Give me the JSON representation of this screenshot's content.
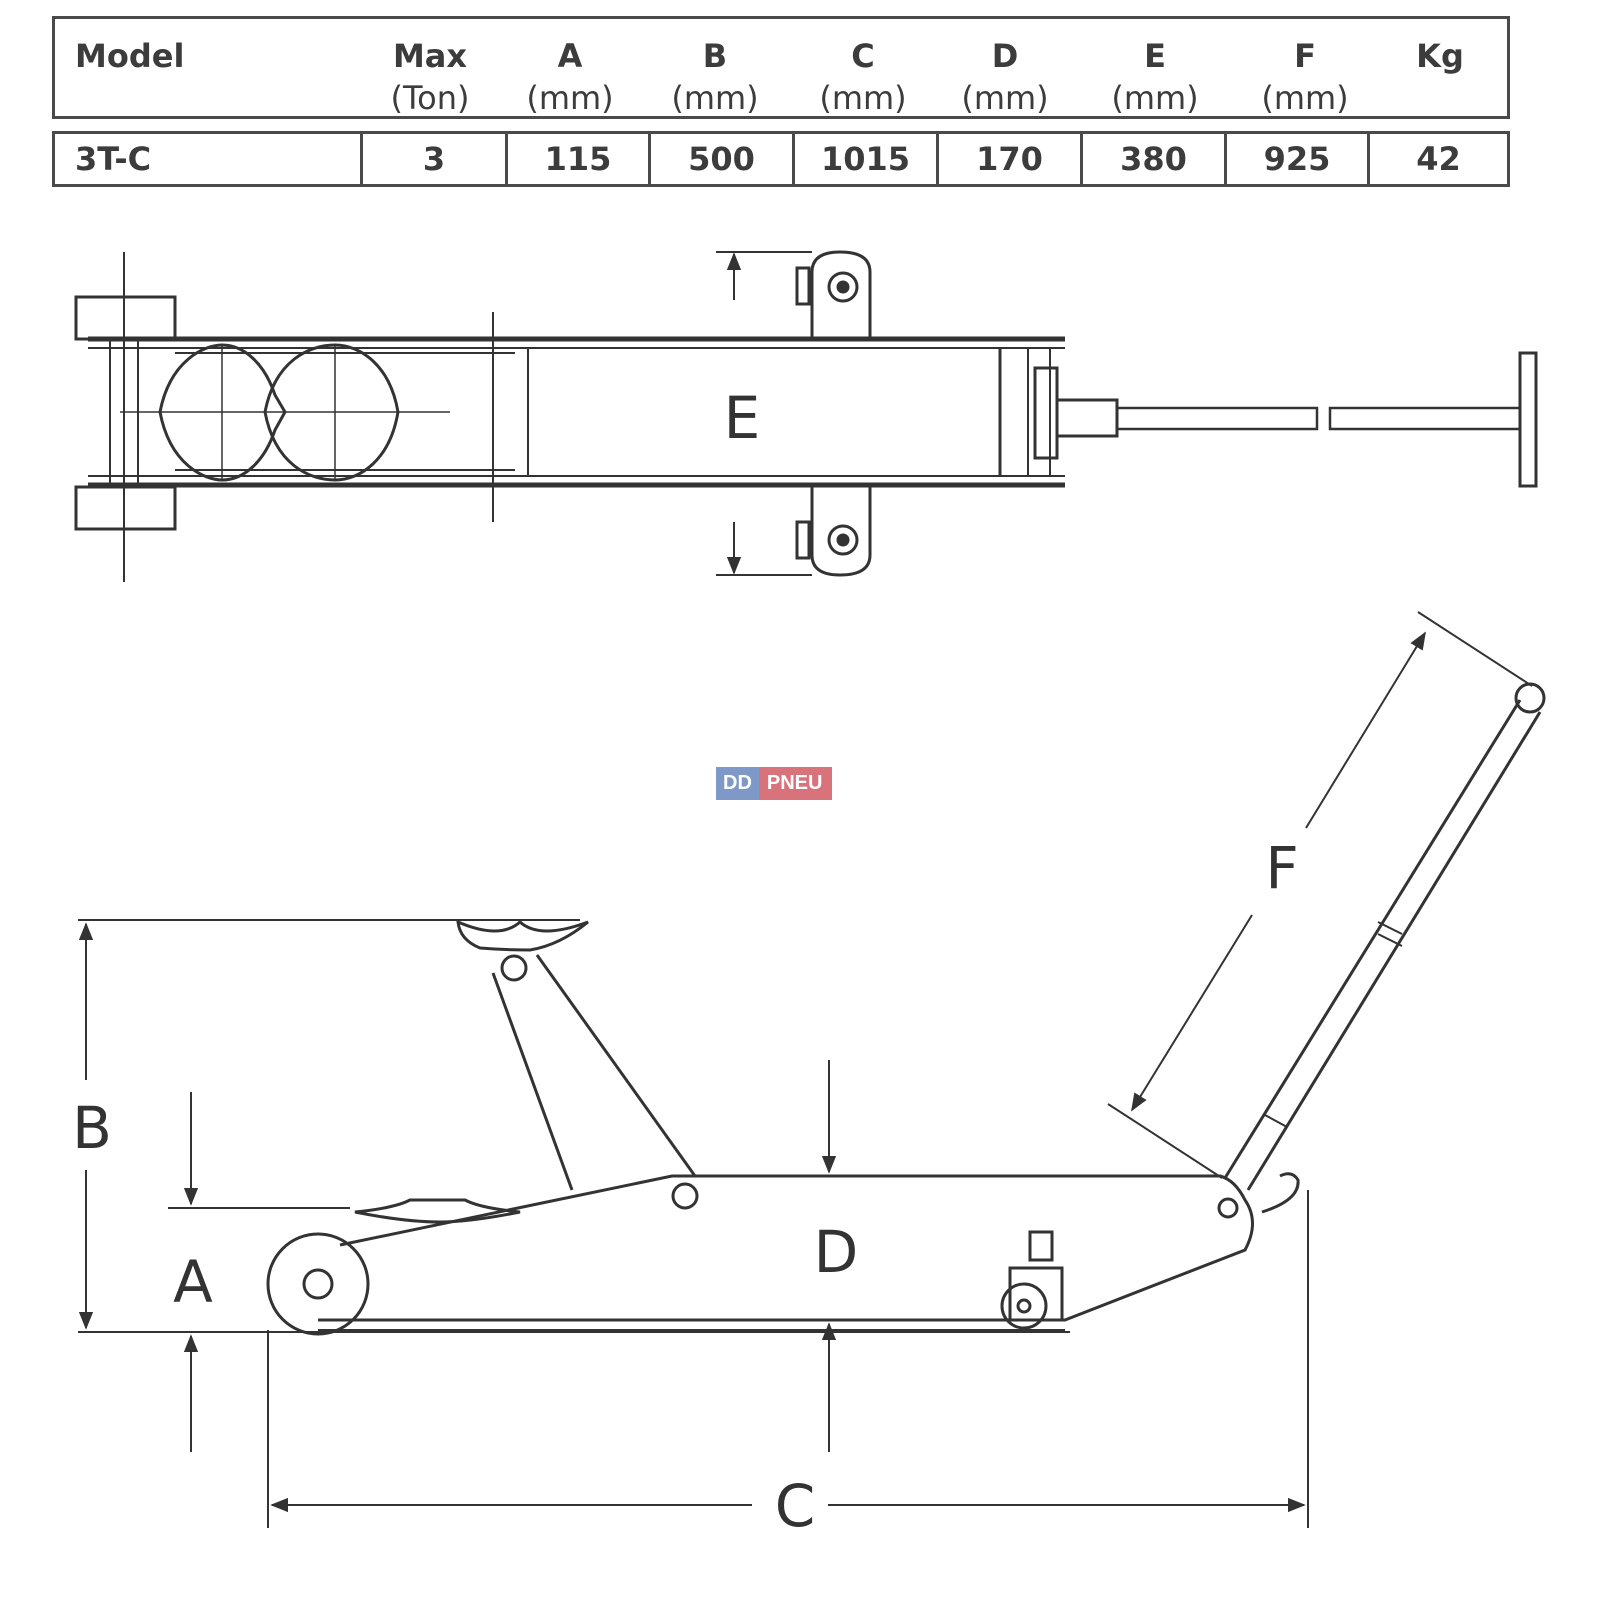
{
  "table": {
    "headers": [
      {
        "label": "Model",
        "unit": ""
      },
      {
        "label": "Max",
        "unit": "(Ton)"
      },
      {
        "label": "A",
        "unit": "(mm)"
      },
      {
        "label": "B",
        "unit": "(mm)"
      },
      {
        "label": "C",
        "unit": "(mm)"
      },
      {
        "label": "D",
        "unit": "(mm)"
      },
      {
        "label": "E",
        "unit": "(mm)"
      },
      {
        "label": "F",
        "unit": "(mm)"
      },
      {
        "label": "Kg",
        "unit": ""
      }
    ],
    "rows": [
      [
        "3T-C",
        "3",
        "115",
        "500",
        "1015",
        "170",
        "380",
        "925",
        "42"
      ]
    ]
  },
  "dimensions": {
    "a": "A",
    "b": "B",
    "c": "C",
    "d": "D",
    "e": "E",
    "f": "F"
  },
  "watermark": {
    "left": "DD",
    "right": "PNEU"
  }
}
